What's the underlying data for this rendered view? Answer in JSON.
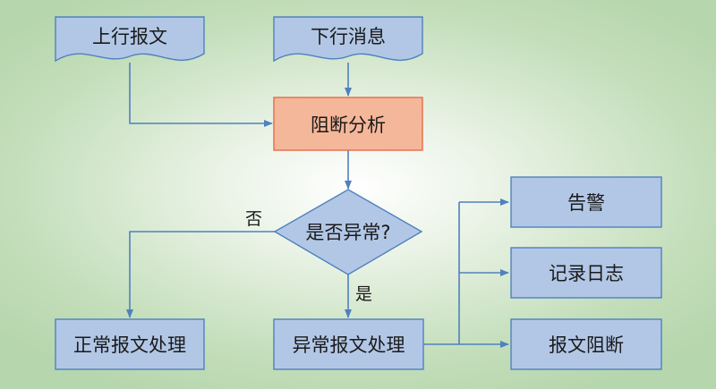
{
  "colors": {
    "box_fill": "#b2c7e6",
    "box_stroke": "#4f81bd",
    "highlight_fill": "#f5b79a",
    "highlight_stroke": "#e46c4a",
    "arrow": "#4f81bd"
  },
  "inputs": {
    "uplink": "上行报文",
    "downlink": "下行消息"
  },
  "process": {
    "analysis": "阻断分析"
  },
  "decision": {
    "question": "是否异常?",
    "no_label": "否",
    "yes_label": "是"
  },
  "outcomes": {
    "normal": "正常报文处理",
    "abnormal": "异常报文处理"
  },
  "actions": {
    "alarm": "告警",
    "log": "记录日志",
    "block": "报文阻断"
  }
}
